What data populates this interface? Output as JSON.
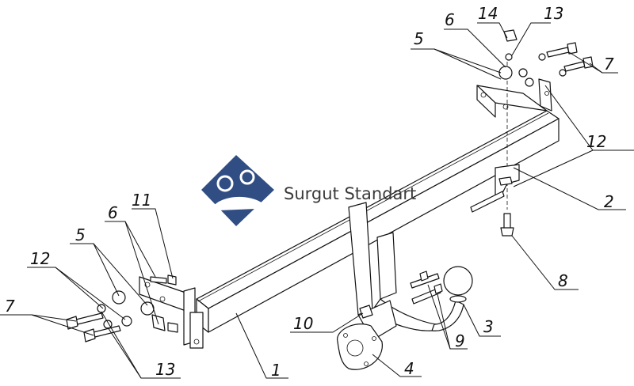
{
  "watermark": {
    "text": "Surgut Standart",
    "logo_colors": [
      "#1f3f7a",
      "#ffffff"
    ]
  },
  "labels": [
    {
      "id": "label-1",
      "text": "1"
    },
    {
      "id": "label-2",
      "text": "2"
    },
    {
      "id": "label-3",
      "text": "3"
    },
    {
      "id": "label-4",
      "text": "4"
    },
    {
      "id": "label-5-left",
      "text": "5"
    },
    {
      "id": "label-5-right",
      "text": "5"
    },
    {
      "id": "label-6-left",
      "text": "6"
    },
    {
      "id": "label-6-right",
      "text": "6"
    },
    {
      "id": "label-7-left",
      "text": "7"
    },
    {
      "id": "label-7-right",
      "text": "7"
    },
    {
      "id": "label-8",
      "text": "8"
    },
    {
      "id": "label-9",
      "text": "9"
    },
    {
      "id": "label-10",
      "text": "10"
    },
    {
      "id": "label-11",
      "text": "11"
    },
    {
      "id": "label-12-left",
      "text": "12"
    },
    {
      "id": "label-12-right",
      "text": "12"
    },
    {
      "id": "label-13-left",
      "text": "13"
    },
    {
      "id": "label-13-right",
      "text": "13"
    },
    {
      "id": "label-14",
      "text": "14"
    }
  ]
}
